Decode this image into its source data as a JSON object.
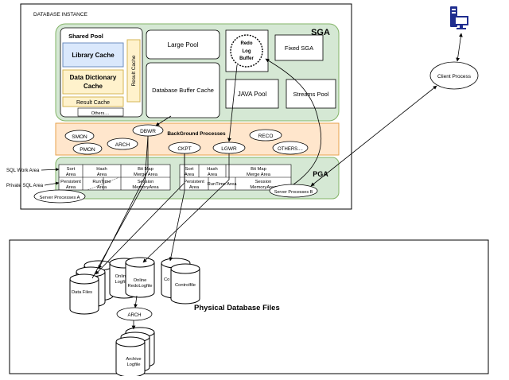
{
  "instance": {
    "title": "DATABASE INSTANCE"
  },
  "sga": {
    "title": "SGA",
    "shared_pool": "Shared Pool",
    "library_cache": "Library Cache",
    "data_dictionary_cache_line1": "Data Dictionary",
    "data_dictionary_cache_line2": "Cache",
    "result_cache_vertical": "Result Cache",
    "result_cache": "Result Cache",
    "others": "Others....",
    "large_pool": "Large Pool",
    "db_buffer_cache": "Database Buffer Cache",
    "redo_line1": "Redo",
    "redo_line2": "Log",
    "redo_line3": "Buffer",
    "fixed_sga": "Fixed SGA",
    "java_pool": "JAVA Pool",
    "streams_pool": "Streams Pool"
  },
  "background": {
    "title": "BackGround Processes",
    "smon": "SMON",
    "pmon": "PMON",
    "arch": "ARCH",
    "dbwr": "DBWR",
    "ckpt": "CKPT",
    "lgwr": "LGWR",
    "reco": "RECO",
    "others": "OTHERS...."
  },
  "pga": {
    "title": "PGA",
    "sql_work_area": "SQL Work Area",
    "private_sql_area": "Private SQL Area",
    "a": {
      "sort_1": "Sort",
      "sort_2": "Area",
      "hash_1": "Hash",
      "hash_2": "Area",
      "bitmap_1": "Bit Map",
      "bitmap_2": "Merge Area",
      "persistent_1": "Persistent",
      "persistent_2": "Area",
      "runtime_1": "RunTime",
      "runtime_2": "Area",
      "session_1": "Session",
      "session_2": "MemoryArea",
      "server_process": "Server Processes A"
    },
    "b": {
      "sort_1": "Sort",
      "sort_2": "Area",
      "hash_1": "Hash",
      "hash_2": "Area",
      "bitmap_1": "Bit Map",
      "bitmap_2": "Merge Area",
      "persistent_1": "Persistent",
      "persistent_2": "Area",
      "runtime": "RunTime Area",
      "session_1": "Session",
      "session_2": "MemoryArea",
      "server_process": "Server Processes B"
    }
  },
  "client": {
    "label": "Client Process",
    "icon": "computer-icon"
  },
  "files": {
    "title": "Physical Database Files",
    "data_files": "Data Files",
    "online_logfile_1": "Online",
    "online_logfile_2": "Logfile",
    "online_redo_1": "Online",
    "online_redo_2": "RedoLogfile",
    "controlfile_back": "Co",
    "controlfile": "Controlfile",
    "arch": "ARCH",
    "archive_1": "Archive",
    "archive_2": "Logfile"
  },
  "colors": {
    "sga_fill": "#d5e8d4",
    "sga_stroke": "#82b366",
    "bg_fill": "#ffe6cc",
    "bg_stroke": "#e7a24b",
    "library_fill": "#dae8fc",
    "library_stroke": "#6c8ebf",
    "cache_fill": "#fff2cc",
    "cache_stroke": "#d6b656",
    "icon": "#1f2d8f"
  }
}
